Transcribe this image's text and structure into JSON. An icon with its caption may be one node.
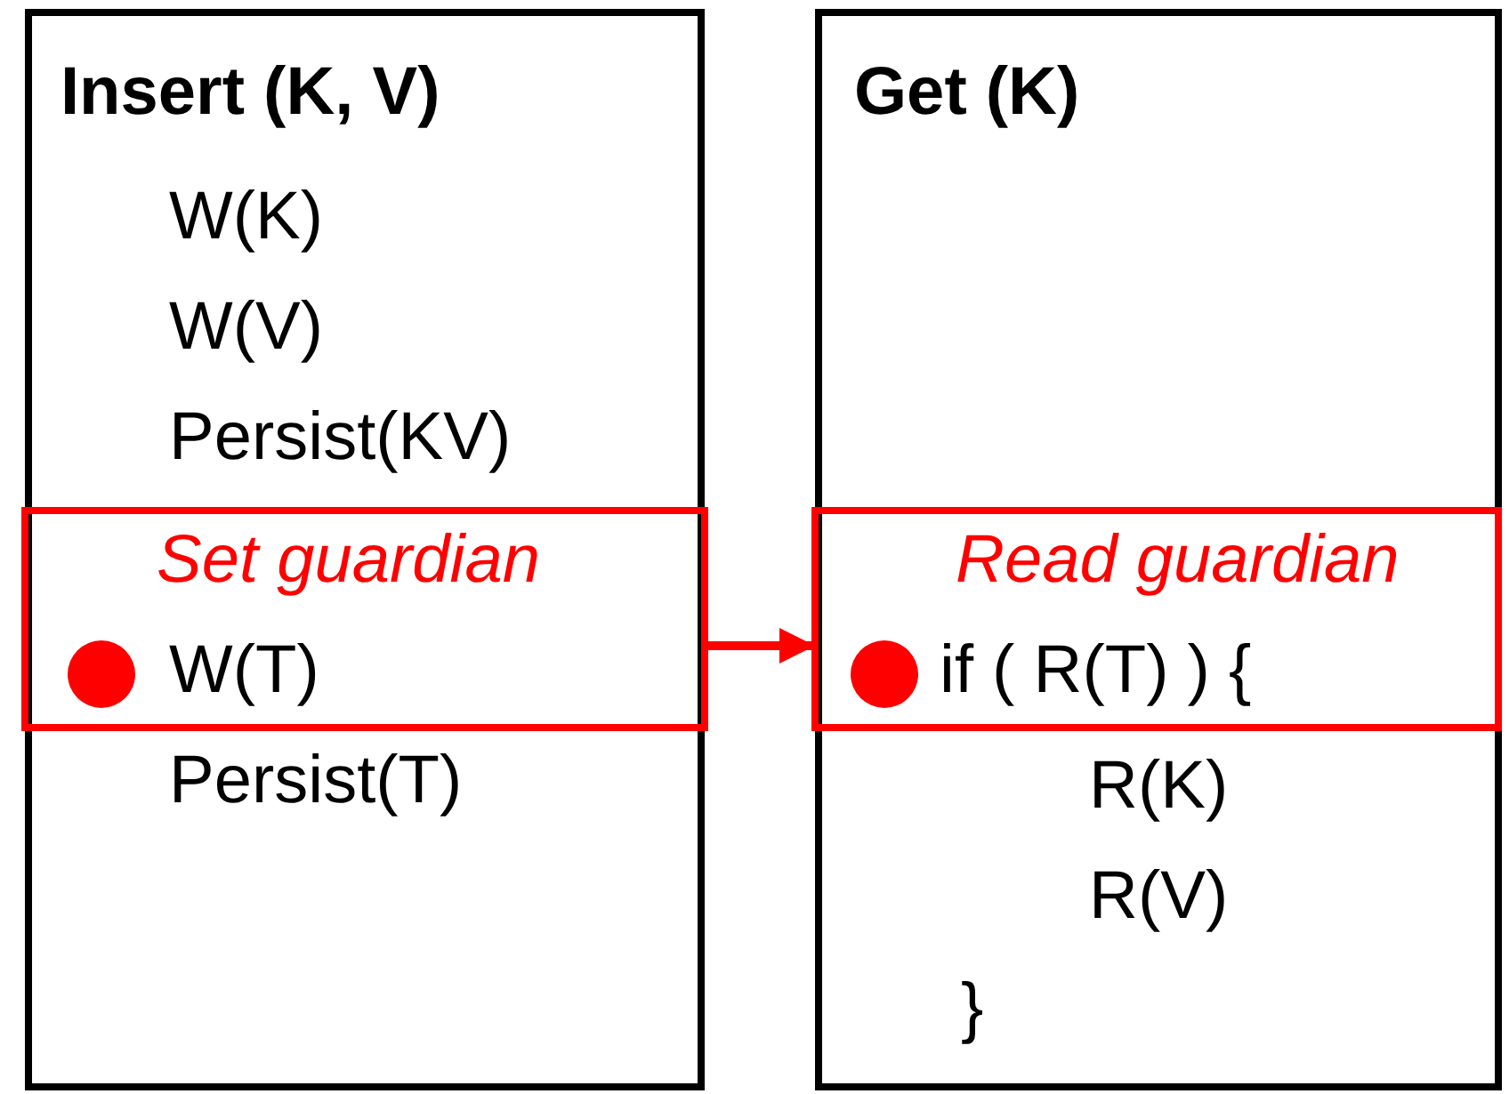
{
  "diagram": {
    "nodes": [
      {
        "text": [
          "Insert (K, V)",
          "W(K)",
          "W(V)",
          "Persist(KV)",
          "Persist(T)"
        ]
      },
      {
        "text": [
          "Set guardian",
          "W(T)"
        ],
        "in": 0
      },
      {
        "text": [],
        "shape": "circle",
        "in": 1
      },
      {
        "text": [
          "Get (K)",
          "R(K)",
          "R(V)",
          "}"
        ]
      },
      {
        "text": [
          "Read guardian",
          "if ( R(T) ) {"
        ],
        "in": 3
      },
      {
        "text": [],
        "shape": "circle",
        "in": 4
      }
    ],
    "edges": [
      {
        "from": 1,
        "to": 4,
        "arrow": "to"
      }
    ]
  }
}
